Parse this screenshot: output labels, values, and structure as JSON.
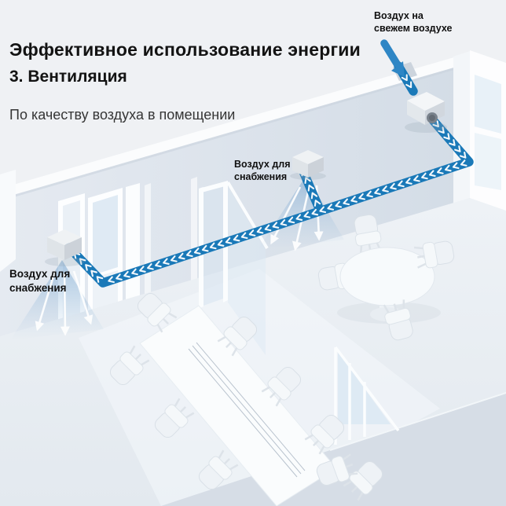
{
  "header": {
    "title": "Эффективное использование энергии",
    "subtitle": "3. Вентиляция",
    "description": "По качеству воздуха в помещении"
  },
  "labels": {
    "fresh_air": {
      "line1": "Воздух на",
      "line2": "свежем воздухе"
    },
    "supply_air_middle": {
      "line1": "Воздух для",
      "line2": "снабжения"
    },
    "supply_air_left": {
      "line1": "Воздух для",
      "line2": "снабжения"
    }
  },
  "icons": {
    "fresh_air_arrow": "thick-blue-down-right-arrow",
    "airflow_chevron": "white-chevron-along-duct",
    "supply_air_arrow": "white-down-arrow-in-air-fan"
  },
  "colors": {
    "duct_blue": "#1a79b8",
    "arrow_blue": "#2e86c5",
    "title_text": "#131313",
    "label_text": "#101010"
  }
}
